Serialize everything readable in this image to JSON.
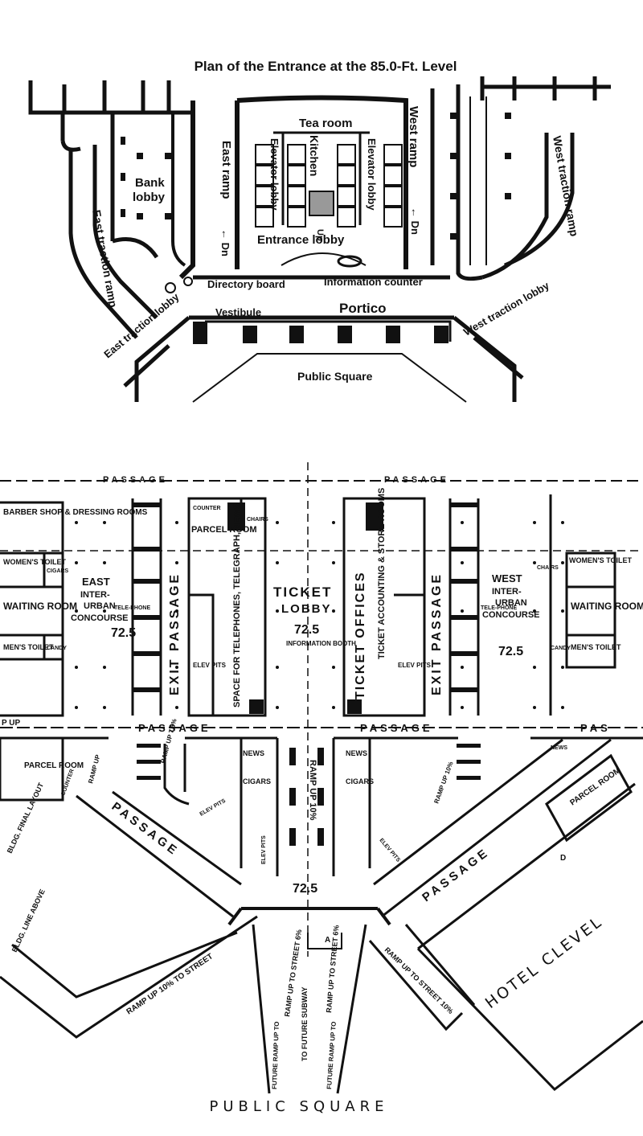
{
  "upper_plan": {
    "title": "Plan of the Entrance at the 85.0-Ft. Level",
    "labels": {
      "tea_room": "Tea room",
      "kitchen": "Kitchen",
      "elevator_lobby": "Elevator lobby",
      "east_ramp": "East ramp",
      "west_ramp": "West ramp",
      "bank_lobby_1": "Bank",
      "bank_lobby_2": "lobby",
      "east_traction_ramp": "East traction ramp",
      "west_traction_ramp": "West traction ramp",
      "entrance_lobby": "Entrance lobby",
      "up": "Up",
      "dn": "Dn",
      "dn_arrow_left": "← Dn",
      "dn_arrow_right": "← Dn",
      "directory_board": "Directory board",
      "information_counter": "Information counter",
      "vestibule": "Vestibule",
      "portico": "Portico",
      "east_traction_lobby": "East traction lobby",
      "west_traction_lobby": "West traction lobby",
      "public_square": "Public Square"
    }
  },
  "lower_plan": {
    "labels": {
      "passage_top_left": "PASSAGE",
      "passage_top_right": "PASSAGE",
      "barber_shop": "BARBER SHOP & DRESSING ROOMS",
      "womens_toilet_left": "WOMEN'S TOILET",
      "cigars_left": "CIGARS",
      "waiting_room_left": "WAITING ROOM",
      "mens_toilet_left": "MEN'S TOILET",
      "candy_left": "CANDY",
      "east_concourse_1": "EAST",
      "east_concourse_2": "INTER-",
      "east_concourse_3": "URBAN",
      "east_concourse_4": "CONCOURSE",
      "telephone_left": "TELE-PHONE",
      "elev_72_5_left": "72.5",
      "exit_passage_left": "EXIT PASSAGE",
      "counter_left": "COUNTER",
      "parcel_room_upper": "PARCEL ROOM",
      "chairs_left": "CHAIRS",
      "space_for": "SPACE FOR TELEPHONES, TELEGRAPH, NEWS",
      "elev_pits": "ELEV PITS",
      "ticket_lobby_1": "TICKET",
      "ticket_lobby_2": "LOBBY",
      "elev_72_5_center": "72.5",
      "information_booth": "INFORMATION BOOTH",
      "ticket_offices": "TICKET OFFICES",
      "ticket_accounting": "TICKET ACCOUNTING & STORE ROOMS",
      "exit_passage_right": "EXIT PASSAGE",
      "telephone_right": "TELE-PHONE",
      "west_concourse_1": "WEST",
      "west_concourse_2": "INTER-",
      "west_concourse_3": "URBAN",
      "west_concourse_4": "CONCOURSE",
      "elev_72_5_right": "72.5",
      "chairs_right": "CHAIRS",
      "womens_toilet_right": "WOMEN'S TOILET",
      "waiting_room_right": "WAITING ROOM",
      "mens_toilet_right": "MEN'S TOILET",
      "candy_right": "CANDY",
      "up": "UP",
      "ramp_up_left": "P UP",
      "passage_mid_left": "PASSAGE",
      "passage_mid_right": "PASSAGE",
      "passage_mid_far": "PAS",
      "parcel_room_left": "PARCEL ROOM",
      "counter_lower": "COUNTER",
      "ramp_up_pct": "RAMP UP 7.5%",
      "ramp_up_a": "RAMP UP",
      "news_left": "NEWS",
      "cigars_center_left": "CIGARS",
      "ramp_up_10": "RAMP UP 10%",
      "news_right": "NEWS",
      "cigars_center_right": "CIGARS",
      "ramp_up_right": "RAMP UP 10%",
      "news_far_right": "NEWS",
      "parcel_room_right": "PARCEL ROOM",
      "bldg_line_left": "BLDG. FINAL LAYOUT",
      "passage_diag_left": "PASSAGE",
      "passage_diag_right": "PASSAGE",
      "elev_72_5_bottom": "72.5",
      "marker_a": "A",
      "marker_d": "D",
      "bldg_line_above": "BLDG. LINE ABOVE",
      "ramp_to_street_left": "RAMP UP 10% TO STREET",
      "ramp_future_left": "RAMP UP TO STREET 6%",
      "future_subway": "TO FUTURE SUBWAY",
      "ramp_future_right": "RAMP UP TO STREET 6%",
      "ramp_to_street_right": "RAMP UP TO STREET 10%",
      "future_ramp_a": "FUTURE RAMP UP TO",
      "future_ramp_b": "FUTURE RAMP UP TO",
      "hotel": "HOTEL CLEVEL",
      "public_square": "PUBLIC SQUARE"
    }
  }
}
